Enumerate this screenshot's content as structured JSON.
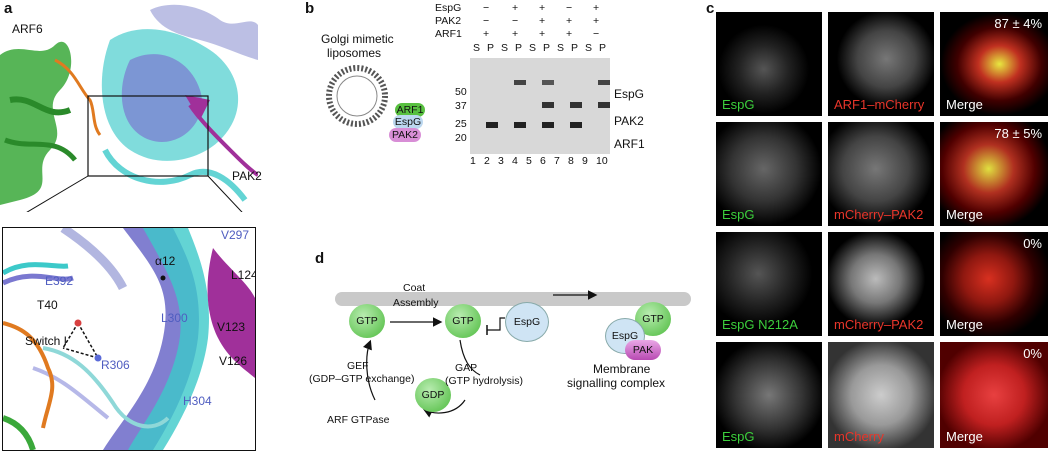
{
  "panel_a": {
    "letter": "a",
    "arf6": "ARF6",
    "pak2": "PAK2",
    "inset": {
      "alpha12": "α12",
      "v297": "V297",
      "e392": "E392",
      "l124": "L124",
      "t40": "T40",
      "l300": "L300",
      "v123": "V123",
      "switch1": "Switch I",
      "v126": "V126",
      "r306": "R306",
      "h304": "H304"
    },
    "colors": {
      "green": "#3aa83a",
      "cyan": "#3cc9c9",
      "purple": "#7a78d0",
      "magenta": "#a0309a",
      "orange": "#e07a20"
    }
  },
  "panel_b": {
    "letter": "b",
    "liposome_label_1": "Golgi mimetic",
    "liposome_label_2": "liposomes",
    "bead_arf1": "ARF1",
    "bead_espg": "EspG",
    "bead_pak2": "PAK2",
    "row_labels": [
      "EspG",
      "PAK2",
      "ARF1"
    ],
    "signs": {
      "EspG": [
        "−",
        "+",
        "+",
        "−",
        "+"
      ],
      "PAK2": [
        "−",
        "−",
        "+",
        "+",
        "+"
      ],
      "ARF1": [
        "+",
        "+",
        "+",
        "+",
        "−"
      ]
    },
    "sp": [
      "S",
      "P",
      "S",
      "P",
      "S",
      "P",
      "S",
      "P",
      "S",
      "P"
    ],
    "lanes": [
      "1",
      "2",
      "3",
      "4",
      "5",
      "6",
      "7",
      "8",
      "9",
      "10"
    ],
    "mw": [
      "50",
      "37",
      "25",
      "20"
    ],
    "bands": [
      "EspG",
      "PAK2",
      "ARF1"
    ]
  },
  "panel_c": {
    "letter": "c",
    "rows": [
      {
        "c1": "EspG",
        "c2": "ARF1–mCherry",
        "c3": "Merge",
        "pct": "87 ± 4%"
      },
      {
        "c1": "EspG",
        "c2": "mCherry–PAK2",
        "c3": "Merge",
        "pct": "78 ± 5%"
      },
      {
        "c1": "EspG N212A",
        "c2": "mCherry–PAK2",
        "c3": "Merge",
        "pct": "0%"
      },
      {
        "c1": "EspG",
        "c2": "mCherry",
        "c3": "Merge",
        "pct": "0%"
      }
    ],
    "colors": {
      "green_text": "#3ccf3c",
      "red_text": "#e8352a"
    }
  },
  "panel_d": {
    "letter": "d",
    "gtp": "GTP",
    "gdp": "GDP",
    "coat1": "Coat",
    "coat2": "Assembly",
    "espg": "EspG",
    "pak": "PAK",
    "gef1": "GEF",
    "gef2": "(GDP–GTP exchange)",
    "gap1": "GAP",
    "gap2": "(GTP hydrolysis)",
    "membrane1": "Membrane",
    "membrane2": "signalling complex",
    "arf_gtpase": "ARF GTPase"
  }
}
